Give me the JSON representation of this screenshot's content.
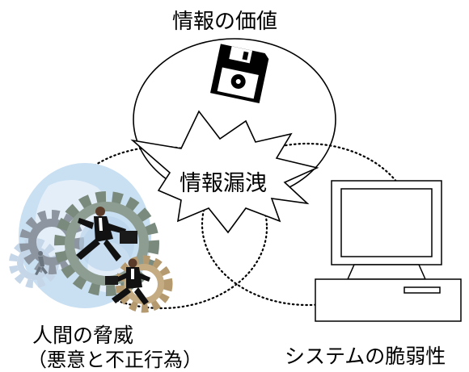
{
  "labels": {
    "info_value": "情報の価値",
    "info_leak": "情報漏洩",
    "human_threat": "人間の脅威",
    "human_threat_detail": "（悪意と不正行為）",
    "system_vulnerability": "システムの脆弱性"
  },
  "icons": {
    "top": "floppy-disk-icon",
    "left": "businessmen-on-gears-clipart",
    "right": "desktop-computer-icon"
  },
  "colors": {
    "ink": "#000000",
    "gear_gray": "#7f8a96",
    "gear_light": "#c5d6e8",
    "globe_blue": "#bcd6ef",
    "gear_tan": "#b59a6f",
    "gear_green": "#6a8a6a"
  }
}
